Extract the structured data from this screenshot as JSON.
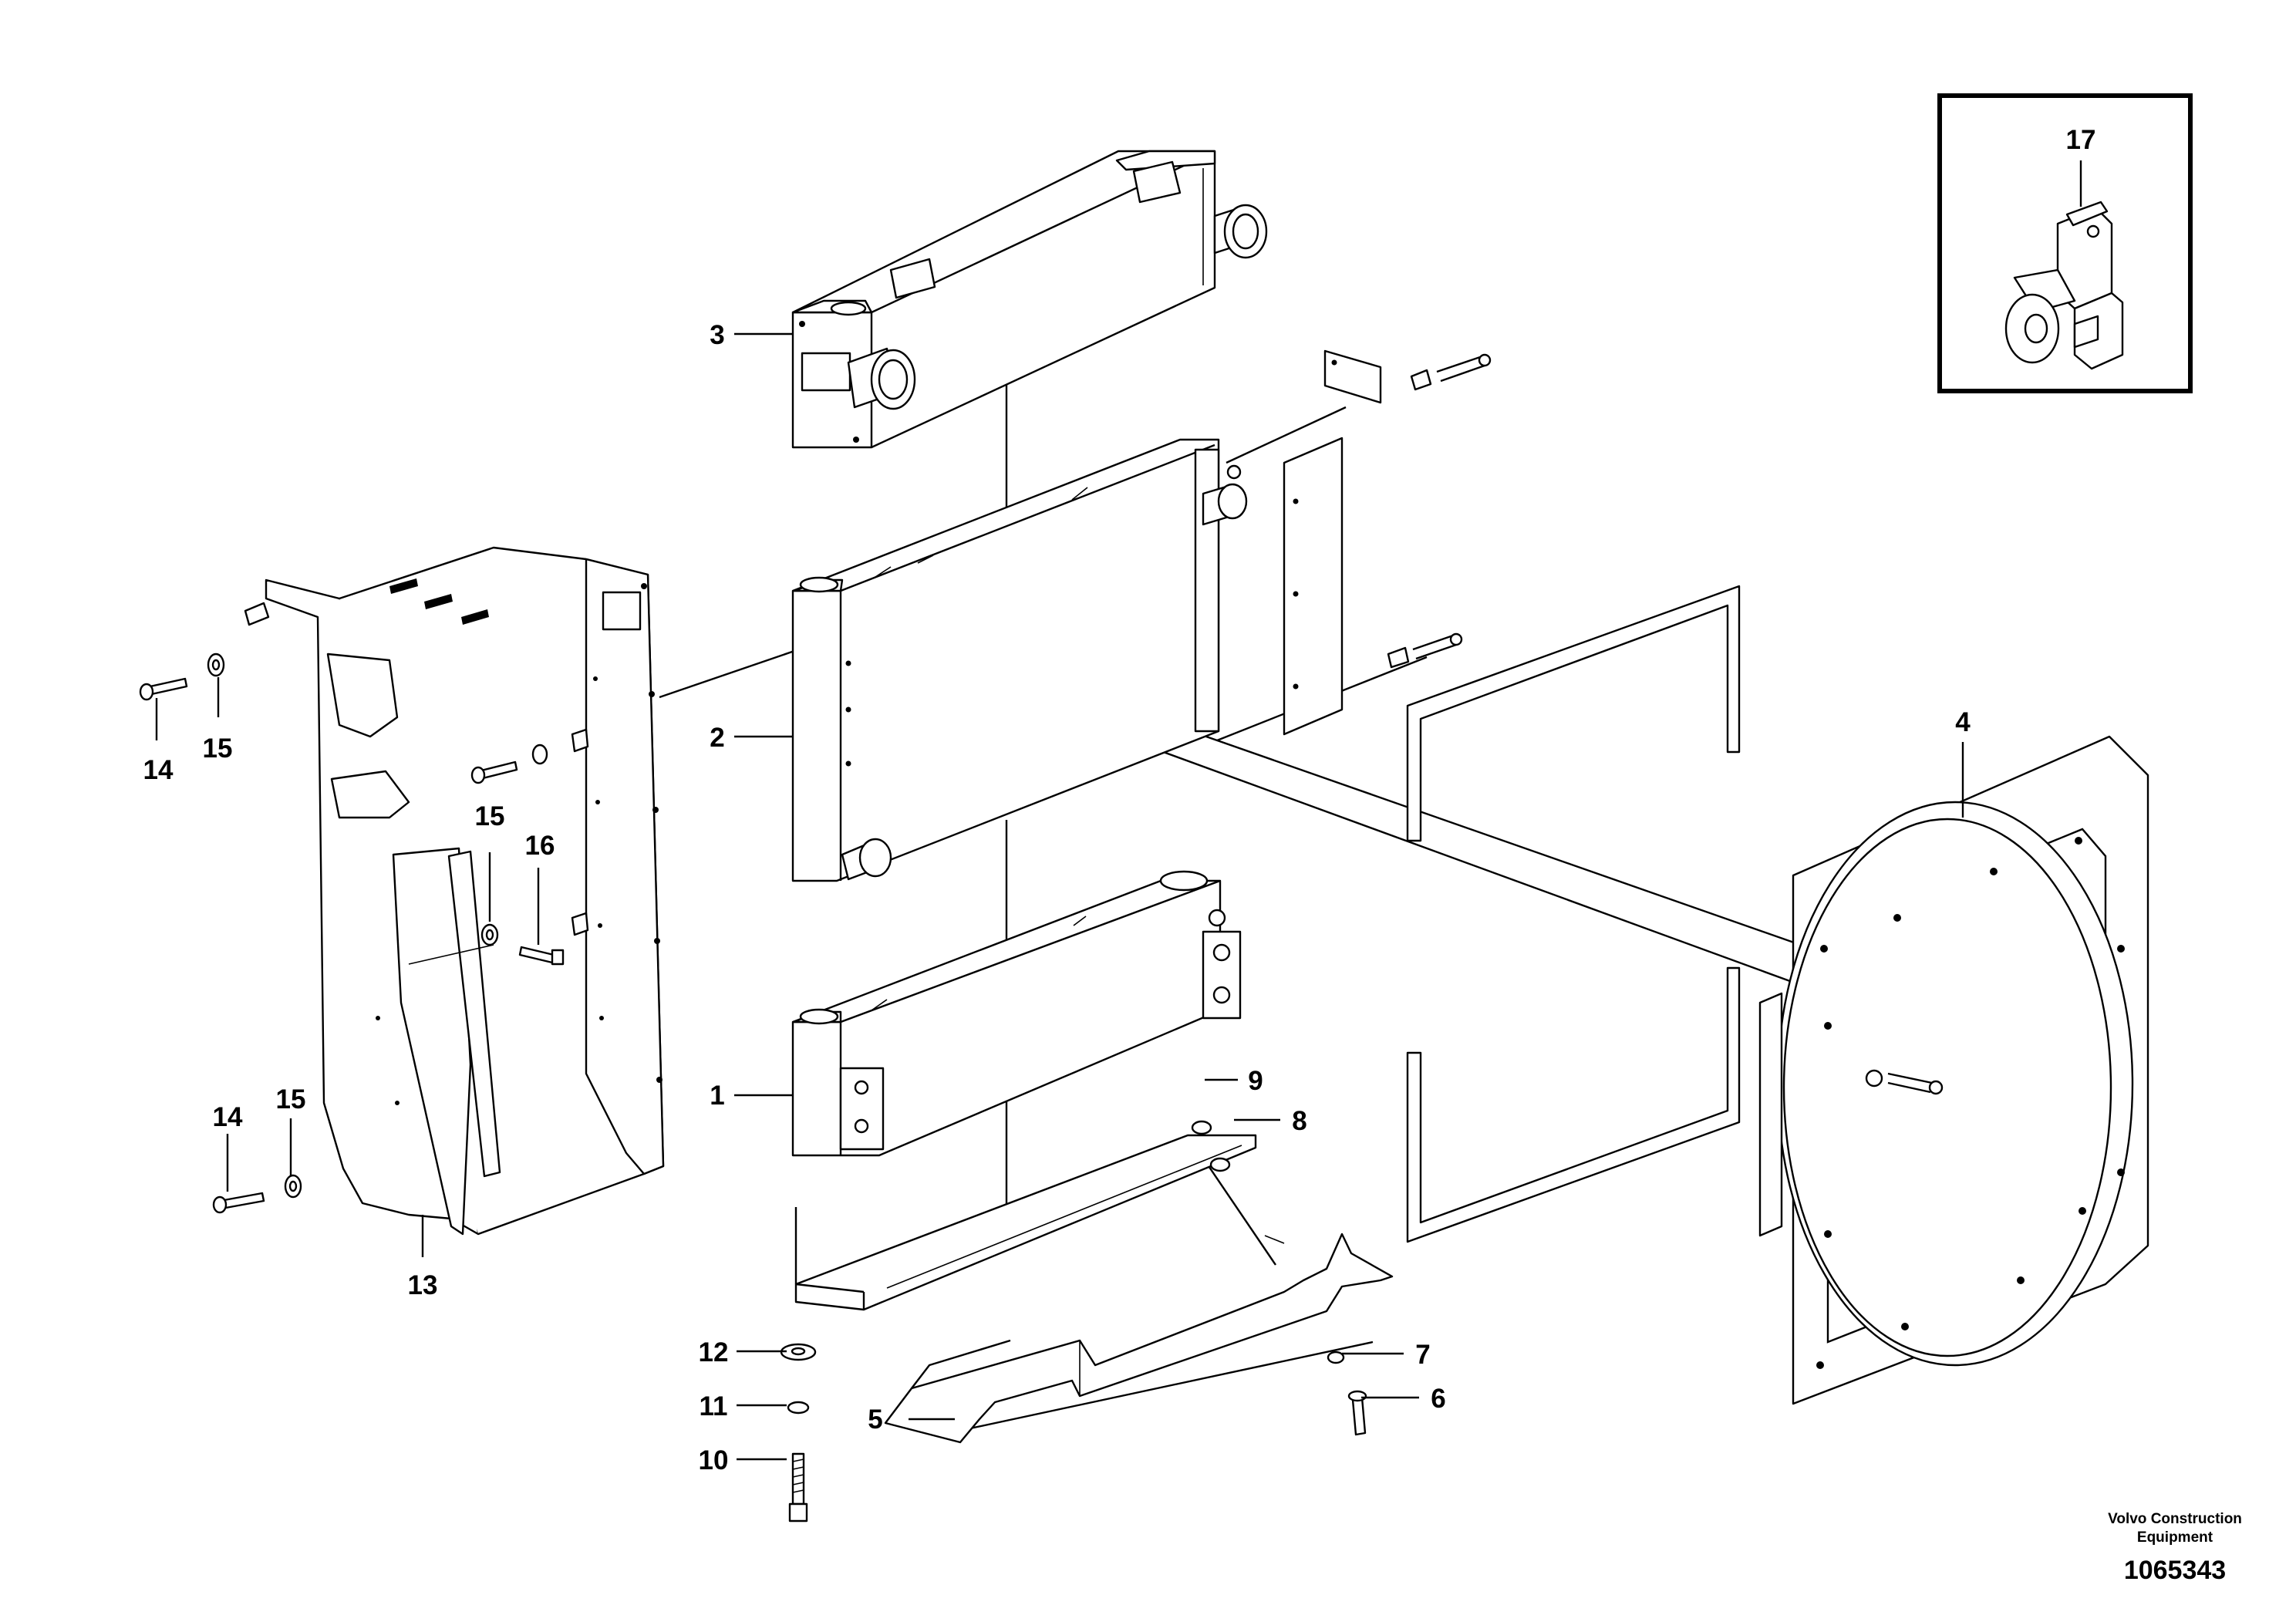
{
  "callouts": [
    "1",
    "2",
    "3",
    "4",
    "5",
    "6",
    "7",
    "8",
    "9",
    "10",
    "11",
    "12",
    "13",
    "14",
    "15",
    "15",
    "15",
    "16",
    "14",
    "17"
  ],
  "credit": {
    "line1": "Volvo Construction",
    "line2": "Equipment"
  },
  "doc_number": "1065343",
  "inset_label": "17"
}
